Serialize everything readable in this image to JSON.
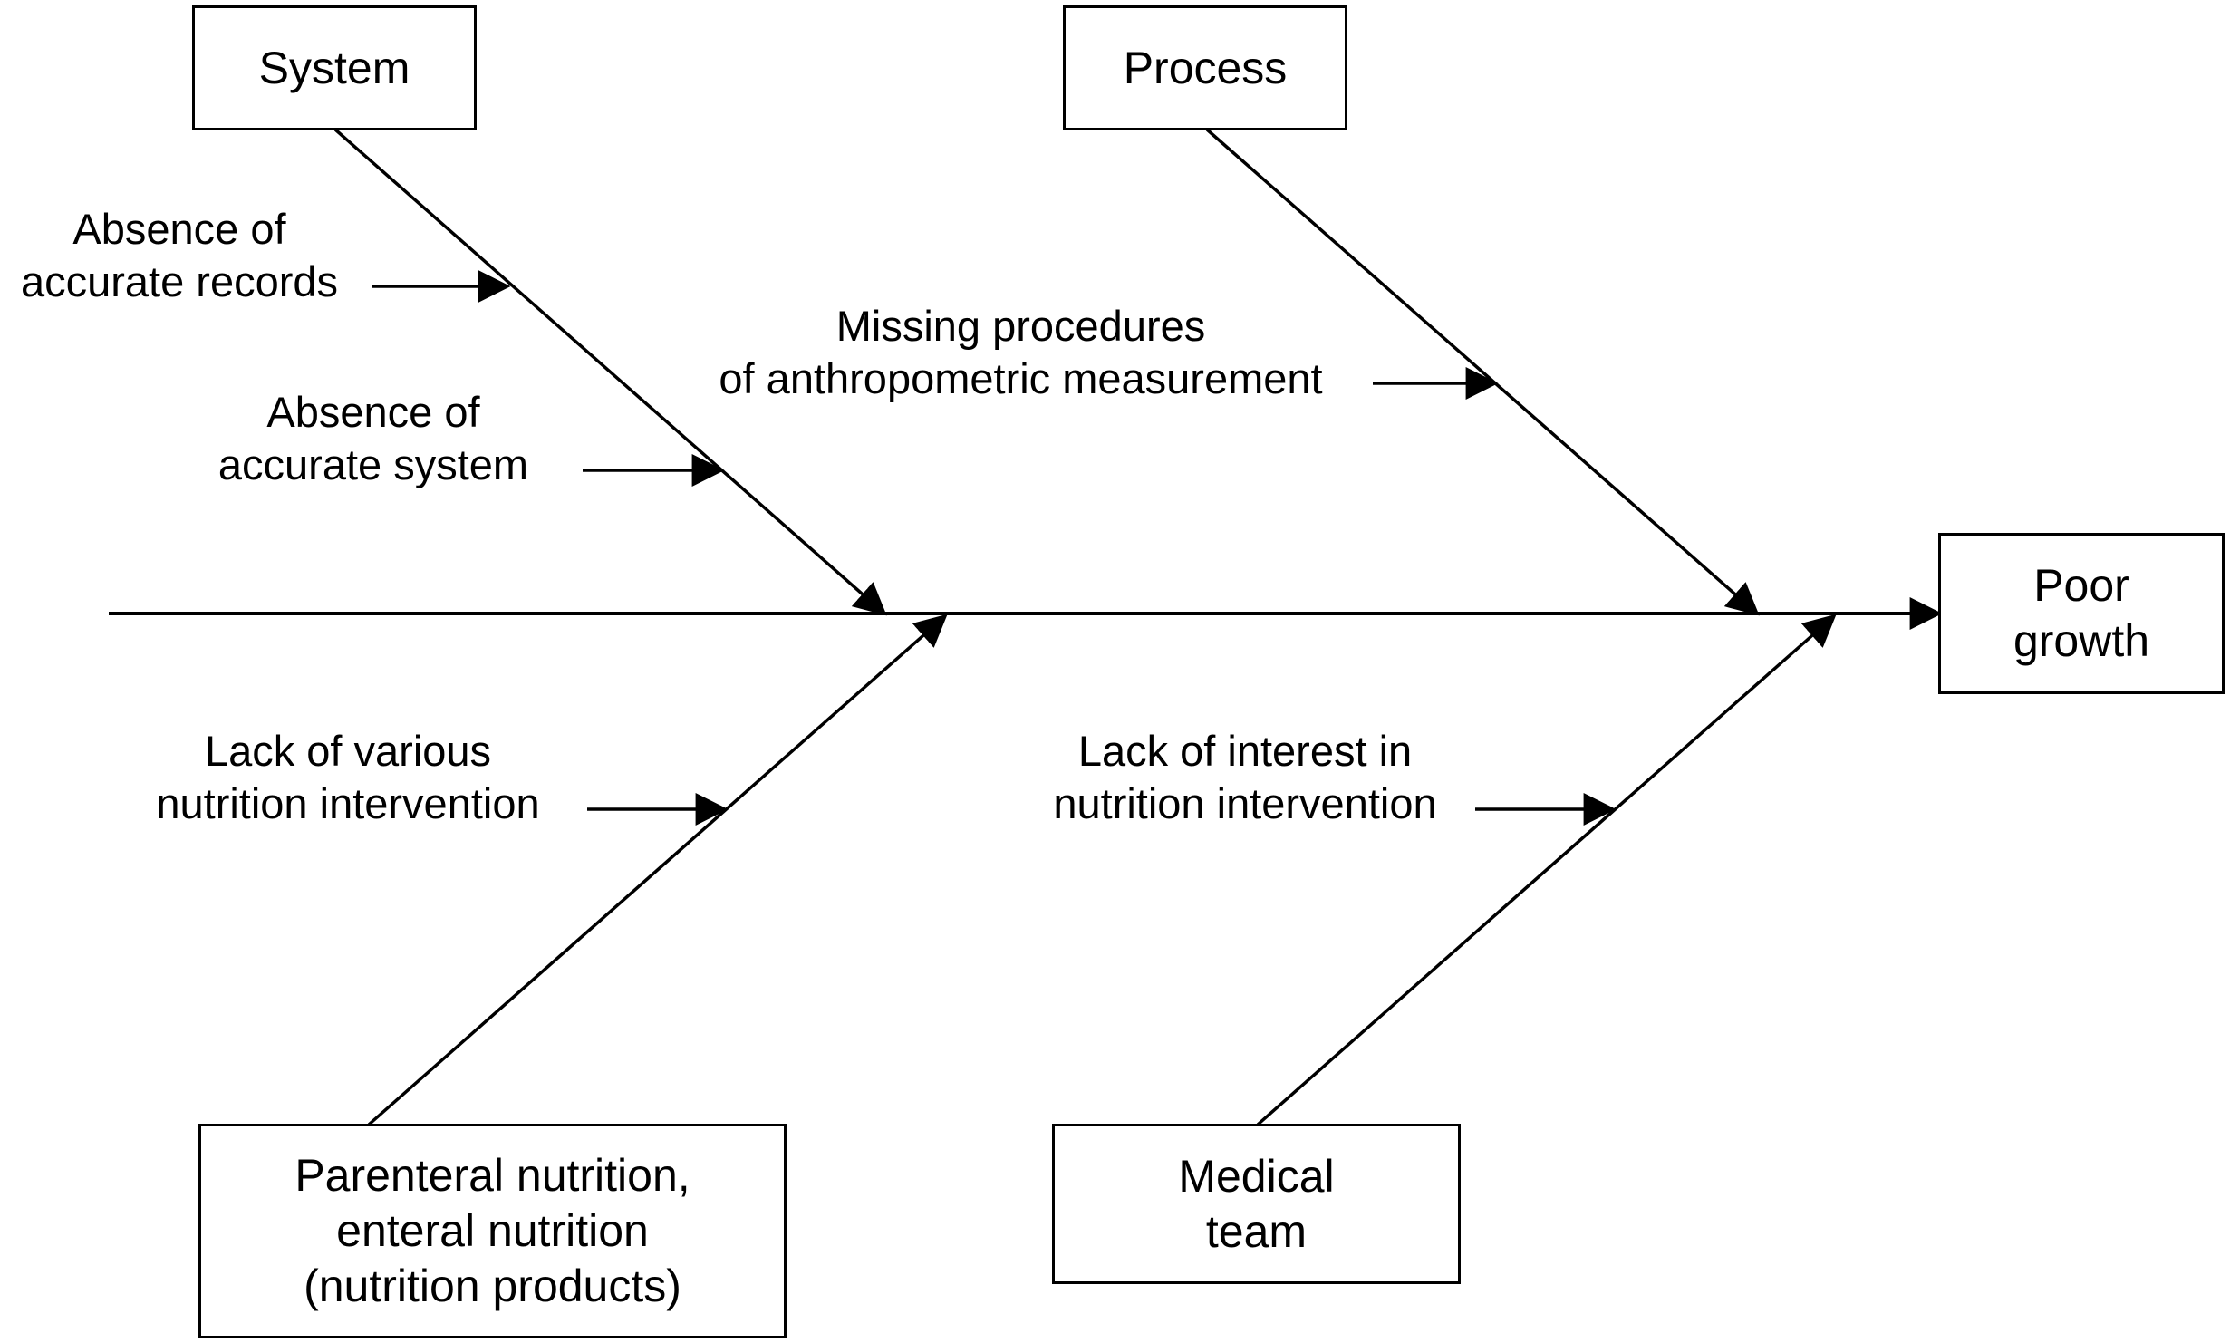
{
  "categories": {
    "system": {
      "label": "System"
    },
    "process": {
      "label": "Process"
    },
    "nutrition": {
      "lines": [
        "Parenteral nutrition,",
        "enteral nutrition",
        "(nutrition products)"
      ]
    },
    "medical": {
      "lines": [
        "Medical",
        "team"
      ]
    }
  },
  "effect": {
    "lines": [
      "Poor",
      "growth"
    ]
  },
  "causes": {
    "records": {
      "lines": [
        "Absence of",
        "accurate records"
      ]
    },
    "system": {
      "lines": [
        "Absence of",
        "accurate system"
      ]
    },
    "procedures": {
      "lines": [
        "Missing procedures",
        "of anthropometric measurement"
      ]
    },
    "various": {
      "lines": [
        "Lack of various",
        "nutrition intervention"
      ]
    },
    "interest": {
      "lines": [
        "Lack of interest in",
        "nutrition intervention"
      ]
    }
  },
  "colors": {
    "stroke": "#000000",
    "background": "#ffffff"
  }
}
